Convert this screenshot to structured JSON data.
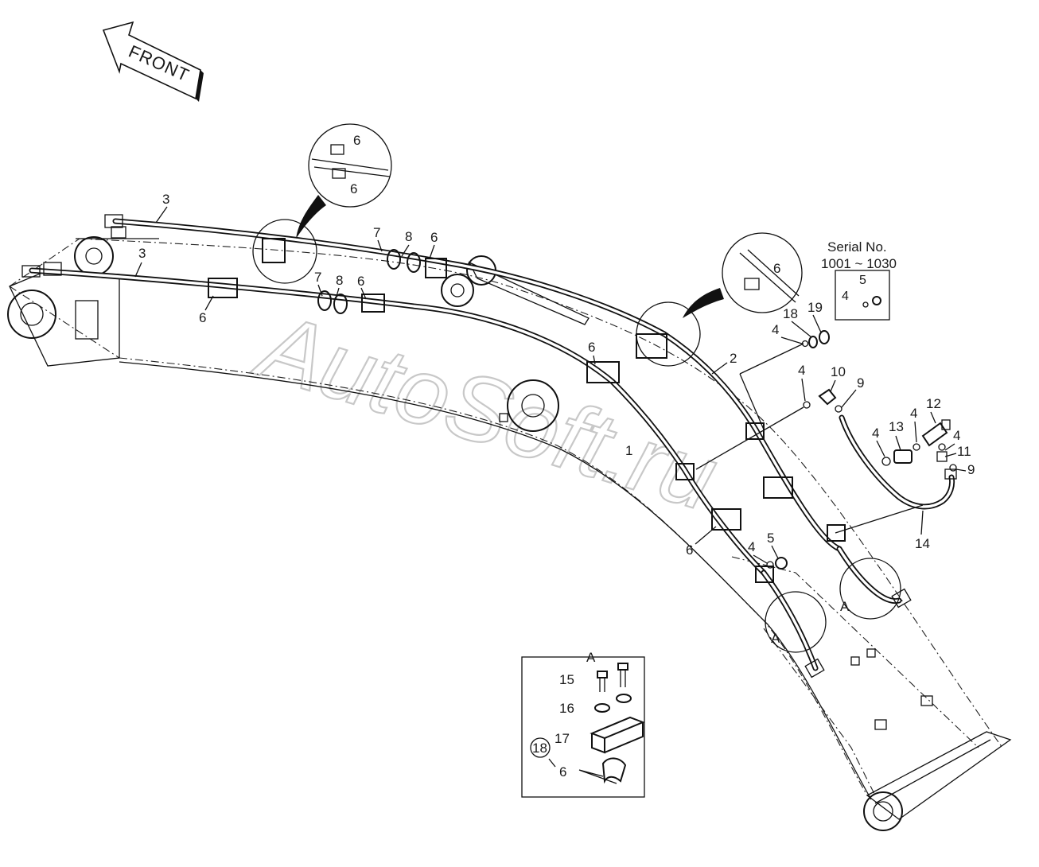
{
  "header": {
    "front_label": "FRONT"
  },
  "watermark": {
    "text": "AutoSoft.ru"
  },
  "serial": {
    "title": "Serial No.",
    "range": "1001 ~ 1030",
    "box_labels": [
      "5",
      "4"
    ]
  },
  "detail_a": {
    "title": "A",
    "circled_ref": "18",
    "labels": [
      "15",
      "16",
      "17",
      "6"
    ]
  },
  "view_markers": [
    "A",
    "A"
  ],
  "callouts": {
    "zoom_top": [
      "6",
      "6"
    ],
    "zoom_right": [
      "6"
    ],
    "hose_left_upper": "3",
    "hose_left_lower": "3",
    "clip_upper": [
      "7",
      "8",
      "6"
    ],
    "clip_lower": [
      "7",
      "8",
      "6"
    ],
    "clamp_left": "6",
    "clamp_mid": "6",
    "pipe_right": "2",
    "pipe_mid": "1",
    "clamp_lower": "6",
    "fittings_top": [
      "18",
      "19",
      "4"
    ],
    "elbow": [
      "4",
      "10",
      "9"
    ],
    "adapter": [
      "12",
      "4",
      "13",
      "4",
      "4",
      "11",
      "9"
    ],
    "plug_lower": [
      "4",
      "5"
    ],
    "hose_long": "14"
  },
  "colors": {
    "line": "#111111",
    "watermark": "#c8c8c8",
    "background": "#ffffff"
  }
}
